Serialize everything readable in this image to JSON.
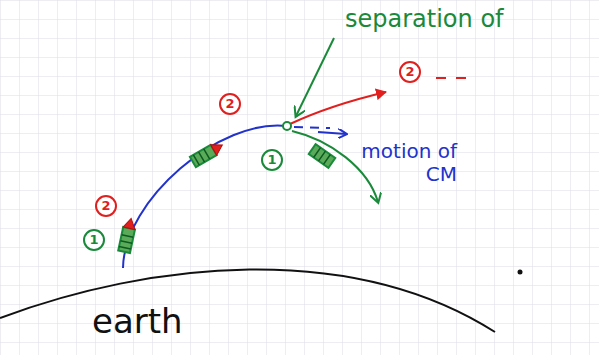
{
  "diagram": {
    "labels": [
      "separation of",
      "motion of CM",
      "earth",
      "2",
      "1",
      "2",
      "2",
      "1"
    ]
  }
}
